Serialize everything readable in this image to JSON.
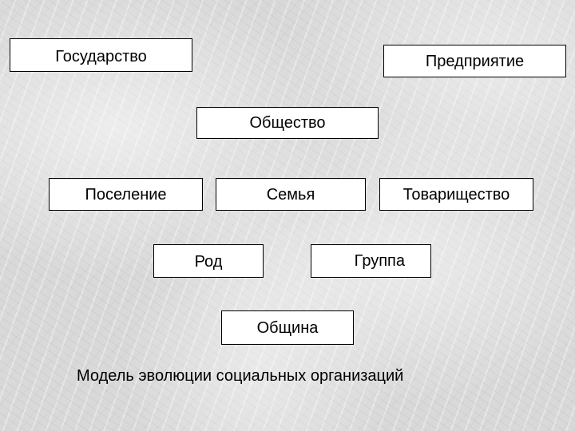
{
  "diagram": {
    "nodes": {
      "gosudarstvo": "Государство",
      "predpriyatie": "Предприятие",
      "obshchestvo": "Общество",
      "poselenie": "Поселение",
      "semya": "Семья",
      "tovarishchestvo": "Товарищество",
      "rod": "Род",
      "gruppa": "Группа",
      "obshchina": "Община"
    },
    "caption": "Модель эволюции социальных организаций"
  },
  "colors": {
    "box_fill": "#ffffff",
    "box_border": "#000000",
    "text": "#000000",
    "background": "#d9d9d9"
  }
}
